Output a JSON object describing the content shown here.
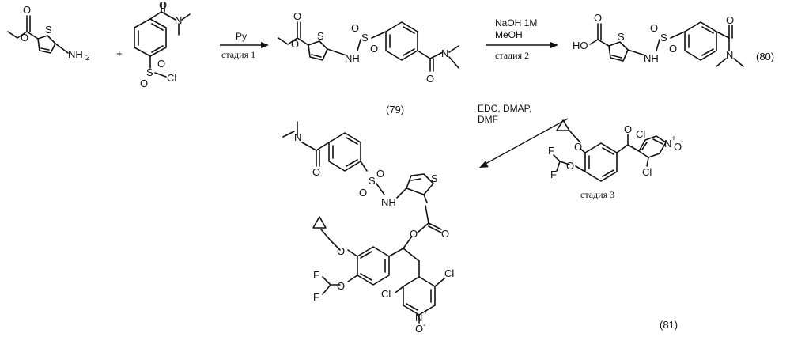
{
  "reaction1": {
    "reagent": "Py",
    "stage": "стадия 1",
    "plus": "+"
  },
  "reaction2": {
    "reagent1": "NaOH 1M",
    "reagent2": "MeOH",
    "stage": "стадия 2"
  },
  "reaction3": {
    "reagent1": "EDC, DMAP,",
    "reagent2": "DMF",
    "stage": "стадия 3"
  },
  "compounds": {
    "c79": "(79)",
    "c80": "(80)",
    "c81": "(81)"
  },
  "atoms": {
    "O": "O",
    "S": "S",
    "N": "N",
    "NH": "NH",
    "NH2": "NH",
    "sub2": "2",
    "Cl": "Cl",
    "F": "F",
    "HO": "HO",
    "plus": "+",
    "minus": "-"
  }
}
